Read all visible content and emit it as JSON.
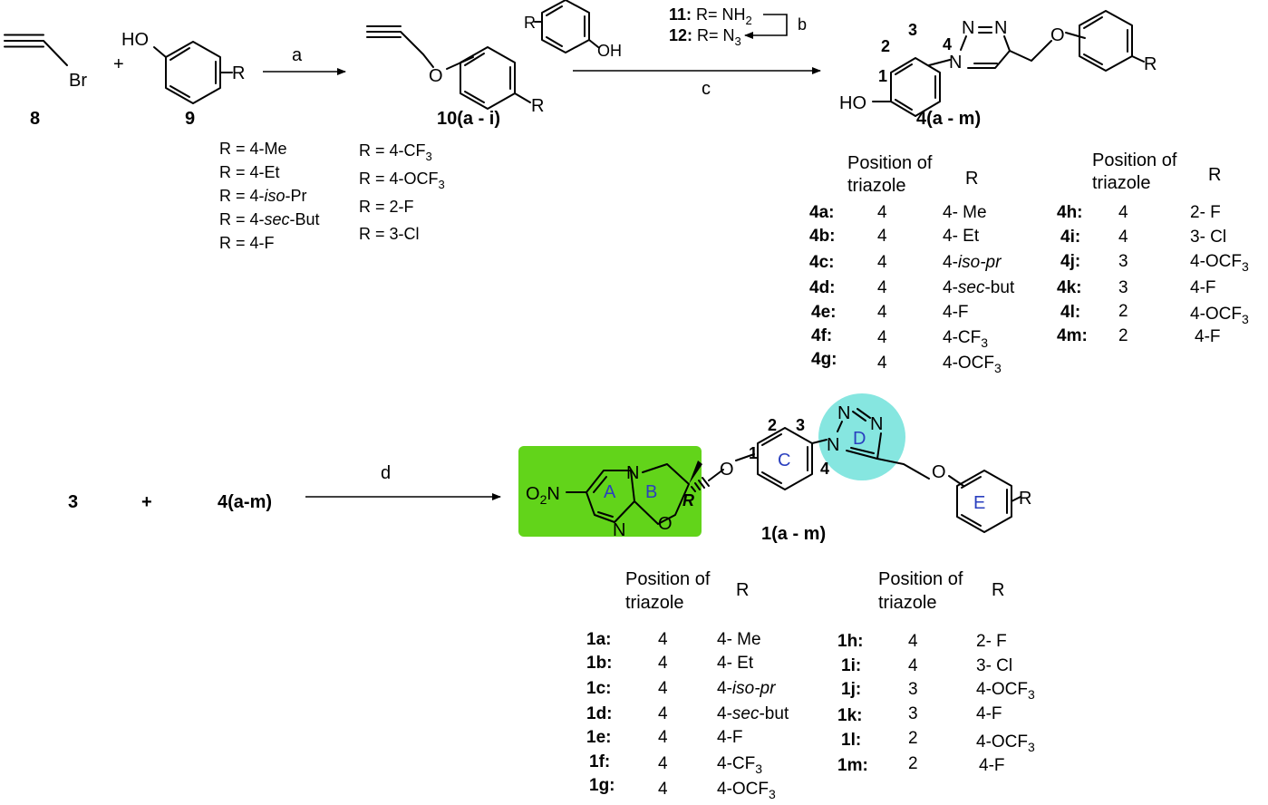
{
  "scheme": {
    "compound_8": {
      "label": "8",
      "atom": "Br"
    },
    "plus": "+",
    "compound_9": {
      "label": "9",
      "oh": "HO",
      "r": "R"
    },
    "step_a": "a",
    "compound_10": {
      "label": "10(a - i)",
      "o": "O",
      "r": "R"
    },
    "r_list_10_left": [
      "R = 4-Me",
      "R = 4-Et",
      "R = 4-",
      "iso",
      "-Pr",
      "R = 4-",
      "sec",
      "-But",
      "R = 4-F"
    ],
    "r_list_10_right": [
      "R = 4-CF",
      "3",
      "R = 4-OCF",
      "3",
      "R = 2-F",
      "R = 3-Cl"
    ],
    "reagent_phenol": {
      "r": "R",
      "oh": "OH"
    },
    "compound_11": {
      "num": "11:",
      "text": " R= NH",
      "sub": "2"
    },
    "compound_12": {
      "num": "12:",
      "text": " R= N",
      "sub": "3"
    },
    "step_b": "b",
    "step_c": "c",
    "compound_4": {
      "label": "4(a - m)",
      "ho": "HO",
      "o": "O",
      "r": "R",
      "n_atoms": [
        "N",
        "N",
        "N"
      ],
      "pos_labels": [
        "1",
        "2",
        "3",
        "4"
      ]
    },
    "table_4": {
      "header_position": [
        "Position of",
        "triazole"
      ],
      "header_r": "R",
      "left_rows": [
        {
          "id": "4a:",
          "pos": "4",
          "r": "4- Me"
        },
        {
          "id": "4b:",
          "pos": "4",
          "r": "4- Et"
        },
        {
          "id": "4c:",
          "pos": "4",
          "r": "4-",
          "r_it": "iso-pr"
        },
        {
          "id": "4d:",
          "pos": "4",
          "r": "4-",
          "r_it": "sec",
          "r_after": "-but"
        },
        {
          "id": "4e:",
          "pos": "4",
          "r": "4-F"
        },
        {
          "id": "4f:",
          "pos": "4",
          "r": "4-CF",
          "r_sub": "3"
        },
        {
          "id": "4g:",
          "pos": "4",
          "r": "4-OCF",
          "r_sub": "3"
        }
      ],
      "right_rows": [
        {
          "id": "4h:",
          "pos": "4",
          "r": "2- F"
        },
        {
          "id": "4i:",
          "pos": "4",
          "r": "3- Cl"
        },
        {
          "id": "4j:",
          "pos": "3",
          "r": "4-OCF",
          "r_sub": "3"
        },
        {
          "id": "4k:",
          "pos": "3",
          "r": "4-F"
        },
        {
          "id": "4l:",
          "pos": "2",
          "r": "4-OCF",
          "r_sub": "3"
        },
        {
          "id": "4m:",
          "pos": "2",
          "r": "4-F"
        }
      ]
    },
    "reactant_3": "3",
    "reactant_4": "4(a-m)",
    "step_d": "d",
    "compound_1": {
      "label": "1(a - m)",
      "nitro_o": "O",
      "nitro_sub": "2",
      "nitro_n": "N",
      "atoms": [
        "N",
        "N",
        "O",
        "O",
        "O",
        "N",
        "N",
        "N",
        "R",
        "R"
      ],
      "ring_labels": [
        "A",
        "B",
        "C",
        "D",
        "E"
      ],
      "pos_labels": [
        "1",
        "2",
        "3",
        "4"
      ],
      "colors": {
        "nitroimidazole_box": "#62d41a",
        "triazole_circle": "#86e6e0",
        "ring_label": "#2a3fbf"
      }
    },
    "table_1": {
      "header_position": [
        "Position of",
        "triazole"
      ],
      "header_r": "R",
      "left_rows": [
        {
          "id": "1a:",
          "pos": "4",
          "r": "4- Me"
        },
        {
          "id": "1b:",
          "pos": "4",
          "r": "4- Et"
        },
        {
          "id": "1c:",
          "pos": "4",
          "r": "4-",
          "r_it": "iso-pr"
        },
        {
          "id": "1d:",
          "pos": "4",
          "r": "4-",
          "r_it": "sec",
          "r_after": "-but"
        },
        {
          "id": "1e:",
          "pos": "4",
          "r": "4-F"
        },
        {
          "id": "1f:",
          "pos": "4",
          "r": "4-CF",
          "r_sub": "3"
        },
        {
          "id": "1g:",
          "pos": "4",
          "r": "4-OCF",
          "r_sub": "3"
        }
      ],
      "right_rows": [
        {
          "id": "1h:",
          "pos": "4",
          "r": "2- F"
        },
        {
          "id": "1i:",
          "pos": "4",
          "r": "3- Cl"
        },
        {
          "id": "1j:",
          "pos": "3",
          "r": "4-OCF",
          "r_sub": "3"
        },
        {
          "id": "1k:",
          "pos": "3",
          "r": "4-F"
        },
        {
          "id": "1l:",
          "pos": "2",
          "r": "4-OCF",
          "r_sub": "3"
        },
        {
          "id": "1m:",
          "pos": "2",
          "r": "4-F"
        }
      ]
    }
  }
}
